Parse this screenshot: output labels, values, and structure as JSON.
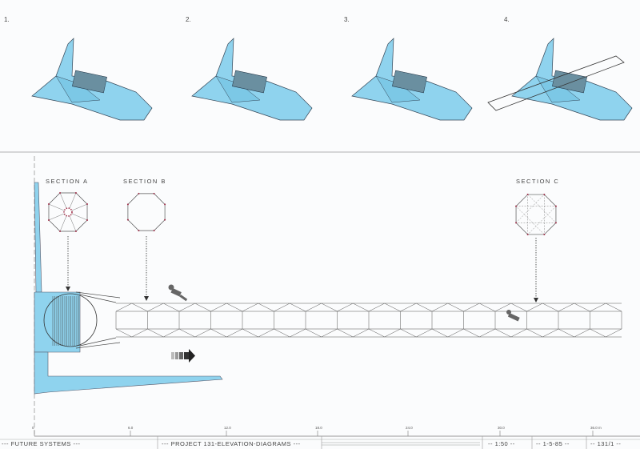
{
  "steps": [
    "1.",
    "2.",
    "3.",
    "4."
  ],
  "sections": {
    "a": "SECTION  A",
    "b": "SECTION  B",
    "c": "SECTION  C"
  },
  "scale_ticks": [
    "0",
    "6.0",
    "12.0",
    "18.0",
    "24.0",
    "30.0",
    "36.0 m"
  ],
  "title_block": {
    "company": "--- FUTURE SYSTEMS ---",
    "project": "--- PROJECT 131-ELEVATION-DIAGRAMS ---",
    "scale": "-- 1:50 --",
    "date": "-- 1-5-85 --",
    "sheet": "-- 131/1 --"
  },
  "colors": {
    "shuttle_blue": "#8fd3ee",
    "line": "#555555",
    "accent": "#a0304a"
  }
}
